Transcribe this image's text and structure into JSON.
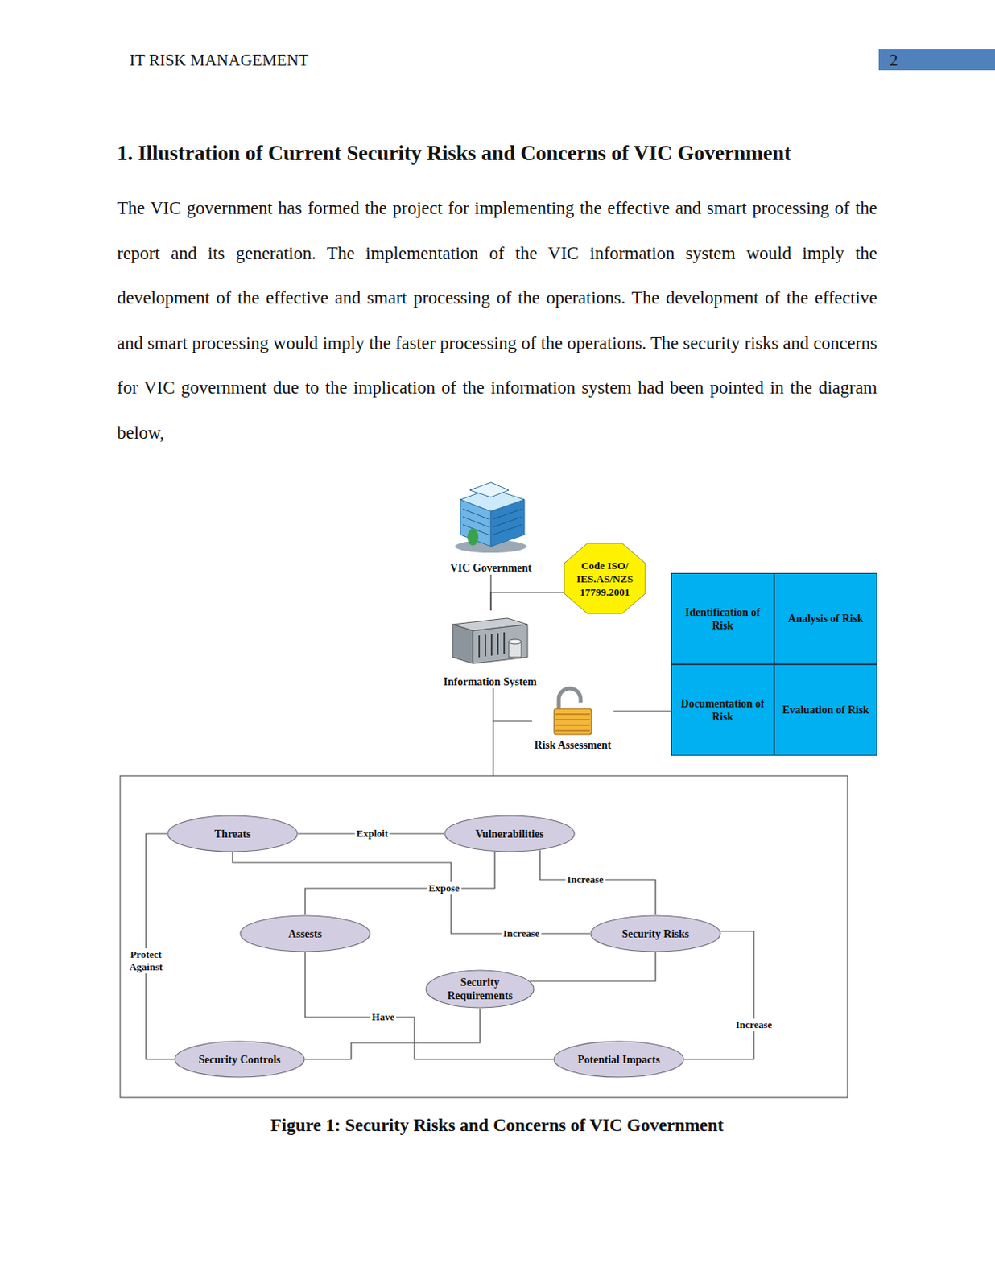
{
  "diagram": {
    "title": "1. Illustration of Current Security Risks and Concerns of VIC Government",
    "caption": "Figure 1: Security Risks and Concerns of VIC Government",
    "nodes": [
      {
        "text": [
          "VIC Government"
        ]
      },
      {
        "text": [
          "Code ISO/ IES.AS/NZS 17799.2001"
        ]
      },
      {
        "text": [
          "Information System"
        ]
      },
      {
        "text": [
          "Risk Assessment"
        ]
      },
      {
        "text": [
          "Identification of Risk"
        ]
      },
      {
        "text": [
          "Analysis of Risk"
        ]
      },
      {
        "text": [
          "Documentation of Risk"
        ]
      },
      {
        "text": [
          "Evaluation of Risk"
        ]
      },
      {
        "text": [
          "Threats"
        ]
      },
      {
        "text": [
          "Vulnerabilities"
        ]
      },
      {
        "text": [
          "Assests"
        ]
      },
      {
        "text": [
          "Security Risks"
        ]
      },
      {
        "text": [
          "Security Requirements"
        ]
      },
      {
        "text": [
          "Security Controls"
        ]
      },
      {
        "text": [
          "Potential Impacts"
        ]
      }
    ],
    "edges": [
      {
        "from": 0,
        "to": 2,
        "arrow": "none"
      },
      {
        "from": 1,
        "to": 2,
        "arrow": "none"
      },
      {
        "from": 2,
        "to": 3,
        "arrow": "none"
      },
      {
        "from": 3,
        "to": 6,
        "arrow": "none"
      },
      {
        "from": 8,
        "to": 9,
        "label": "Exploit",
        "arrow": "none"
      },
      {
        "from": 8,
        "to": 11,
        "label": "Increase",
        "arrow": "none"
      },
      {
        "from": 9,
        "to": 10,
        "label": "Expose",
        "arrow": "none"
      },
      {
        "from": 9,
        "to": 11,
        "label": "Increase",
        "arrow": "none"
      },
      {
        "from": 11,
        "to": 12,
        "arrow": "none"
      },
      {
        "from": 11,
        "to": 14,
        "label": "Increase",
        "arrow": "none"
      },
      {
        "from": 10,
        "to": 14,
        "label": "Have",
        "arrow": "none"
      },
      {
        "from": 12,
        "to": 13,
        "arrow": "none"
      },
      {
        "from": 13,
        "to": 8,
        "label": "Protect Against",
        "arrow": "none"
      }
    ],
    "labels": [
      "IT RISK MANAGEMENT",
      "2",
      "The VIC government has formed the project for implementing the effective and smart processing of the report and its generation. The implementation of the VIC information system would imply the development of the effective and smart processing of the operations. The development of the effective and smart processing would imply the faster processing of the operations. The security risks and concerns for VIC government due to the implication of the information system had been pointed in the diagram below,"
    ]
  }
}
